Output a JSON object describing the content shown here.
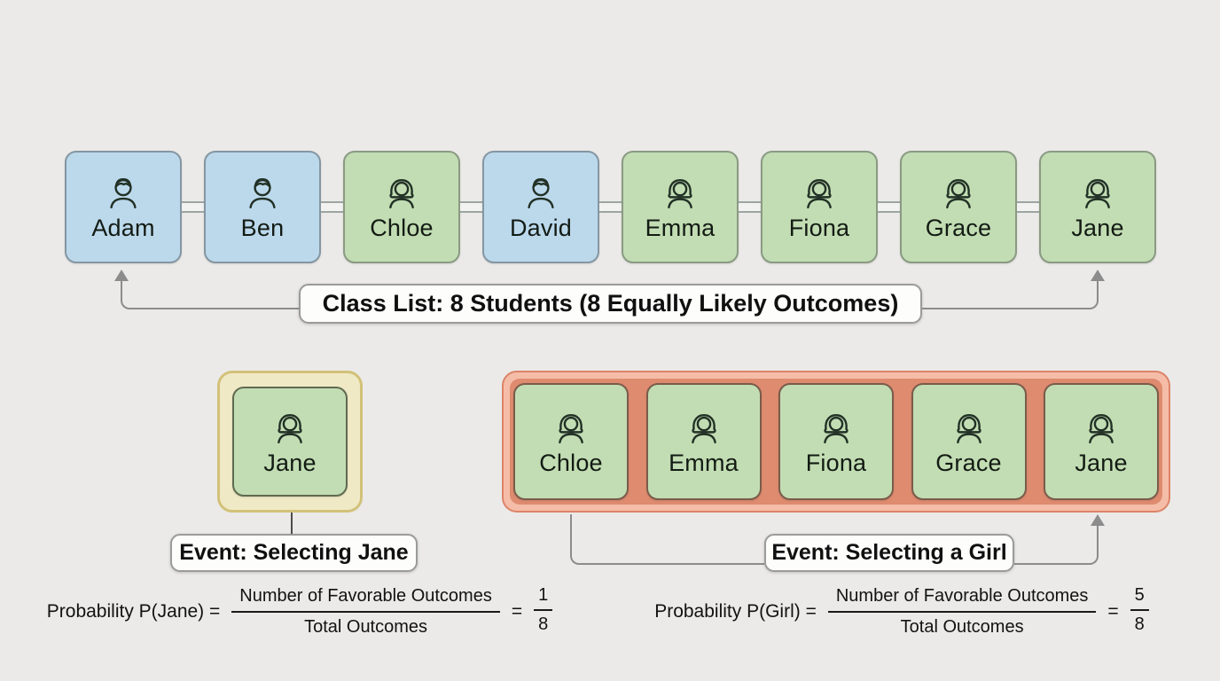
{
  "colors": {
    "bg": "#ebeae8",
    "boy_fill": "#bcd9ec",
    "boy_border": "#8596a2",
    "girl_fill": "#c2ddb3",
    "girl_border": "#8a9a83",
    "yellow_fill": "#f0e9c6",
    "yellow_border": "#d2c179",
    "red_outer": "#f5bda8",
    "red_inner": "#de8b6f",
    "red_border": "#dd8368",
    "line": "#8c8c8c",
    "label_border": "#9b9b9b"
  },
  "class_list": {
    "label": "Class List: 8 Students (8 Equally Likely Outcomes)",
    "students": [
      {
        "name": "Adam",
        "gender": "boy"
      },
      {
        "name": "Ben",
        "gender": "boy"
      },
      {
        "name": "Chloe",
        "gender": "girl"
      },
      {
        "name": "David",
        "gender": "boy"
      },
      {
        "name": "Emma",
        "gender": "girl"
      },
      {
        "name": "Fiona",
        "gender": "girl"
      },
      {
        "name": "Grace",
        "gender": "girl"
      },
      {
        "name": "Jane",
        "gender": "girl"
      }
    ]
  },
  "event_jane": {
    "label": "Event: Selecting Jane",
    "students": [
      {
        "name": "Jane",
        "gender": "girl"
      }
    ],
    "formula": {
      "lhs": "Probability P(Jane) =",
      "numerator": "Number of Favorable Outcomes",
      "denominator": "Total Outcomes",
      "equals": "=",
      "result": {
        "numerator": "1",
        "denominator": "8"
      }
    }
  },
  "event_girl": {
    "label": "Event: Selecting a Girl",
    "students": [
      {
        "name": "Chloe",
        "gender": "girl"
      },
      {
        "name": "Emma",
        "gender": "girl"
      },
      {
        "name": "Fiona",
        "gender": "girl"
      },
      {
        "name": "Grace",
        "gender": "girl"
      },
      {
        "name": "Jane",
        "gender": "girl"
      }
    ],
    "formula": {
      "lhs": "Probability P(Girl) =",
      "numerator": "Number of Favorable Outcomes",
      "denominator": "Total Outcomes",
      "equals": "=",
      "result": {
        "numerator": "5",
        "denominator": "8"
      }
    }
  }
}
